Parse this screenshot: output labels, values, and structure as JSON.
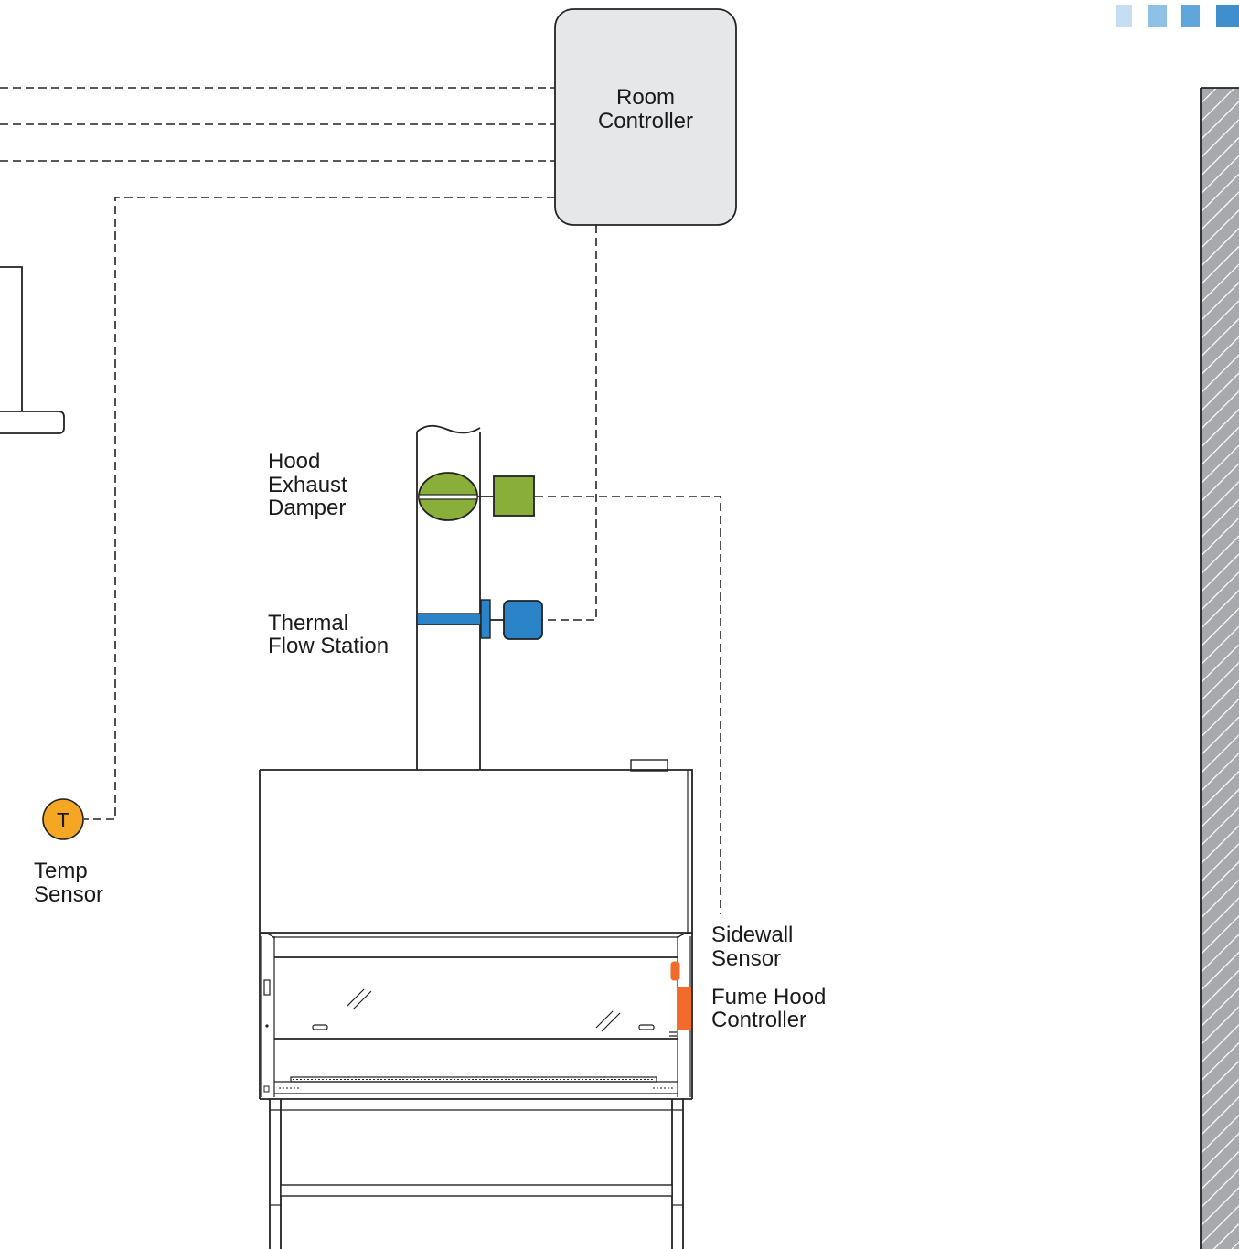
{
  "labels": {
    "room_controller": [
      "Room",
      "Controller"
    ],
    "hood_exhaust_damper": [
      "Hood",
      "Exhaust",
      "Damper"
    ],
    "thermal_flow_station": [
      "Thermal",
      "Flow Station"
    ],
    "temp_sensor_symbol": "T",
    "temp_sensor": [
      "Temp",
      "Sensor"
    ],
    "sidewall_sensor": [
      "Sidewall",
      "Sensor"
    ],
    "fume_hood_controller": [
      "Fume Hood",
      "Controller"
    ]
  },
  "colors": {
    "damper_green": "#8aae3a",
    "flow_blue": "#2b83c8",
    "sensor_orange": "#f5a623",
    "controller_orange": "#f26b2a",
    "room_controller_fill": "#e6e7e8",
    "wall_fill": "#a7a9ac",
    "logo_light": "#c5def1",
    "logo_mid": "#8fc0e6",
    "logo_dark": "#3f8fcf"
  },
  "icons": {
    "temp_sensor": "circle-t-icon",
    "damper": "damper-icon",
    "flow_probe": "flow-probe-icon"
  }
}
